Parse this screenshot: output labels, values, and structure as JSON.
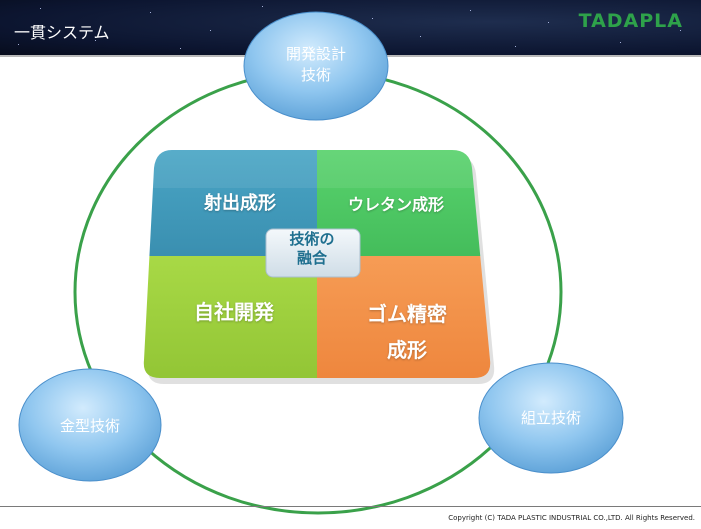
{
  "header": {
    "title": "一貫システム",
    "logo": "TADAPLA"
  },
  "bubbles": {
    "top": {
      "line1": "開発設計",
      "line2": "技術"
    },
    "left": {
      "label": "金型技術"
    },
    "right": {
      "label": "組立技術"
    }
  },
  "quadrants": {
    "top_left": "射出成形",
    "top_right": "ウレタン成形",
    "bottom_left": "自社開発",
    "bottom_right_line1": "ゴム精密",
    "bottom_right_line2": "成形"
  },
  "center": {
    "line1": "技術の",
    "line2": "融合"
  },
  "colors": {
    "ring": "#3aa14a",
    "bubble": "#8fc6ef",
    "top_left": "#3f99ba",
    "top_right": "#4ec763",
    "bottom_left": "#9fd13f",
    "bottom_right": "#f3924a",
    "logo": "#2ea24a"
  },
  "footer": {
    "copyright": "Copyright (C) TADA PLASTIC INDUSTRIAL CO.,LTD. All Rights Reserved."
  }
}
